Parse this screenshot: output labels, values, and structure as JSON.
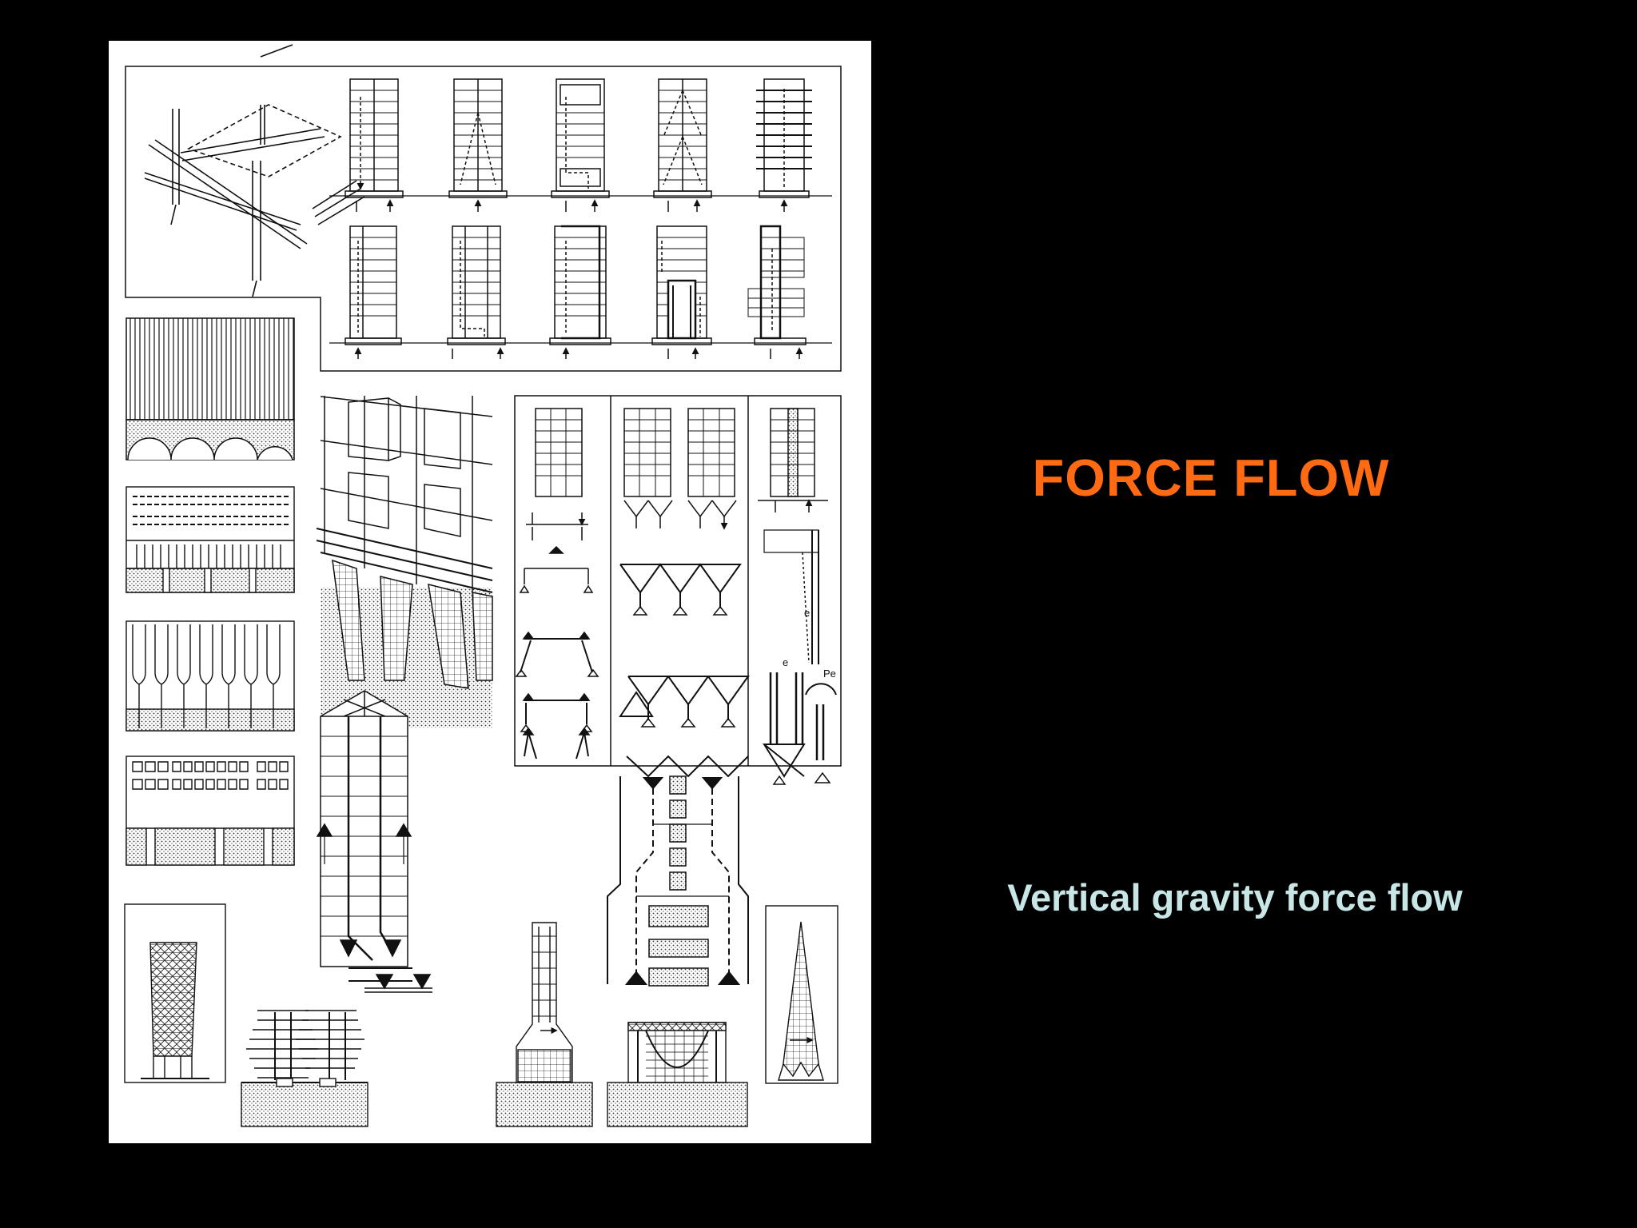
{
  "slide": {
    "title": "FORCE FLOW",
    "subtitle": "Vertical gravity force flow",
    "colors": {
      "background": "#000000",
      "title": "#FF6A13",
      "subtitle": "#C8E6E6",
      "plate": "#FFFFFF",
      "ink": "#111111"
    }
  },
  "figure": {
    "labels": {
      "eccentricity": "e",
      "moment": "Pe"
    }
  }
}
